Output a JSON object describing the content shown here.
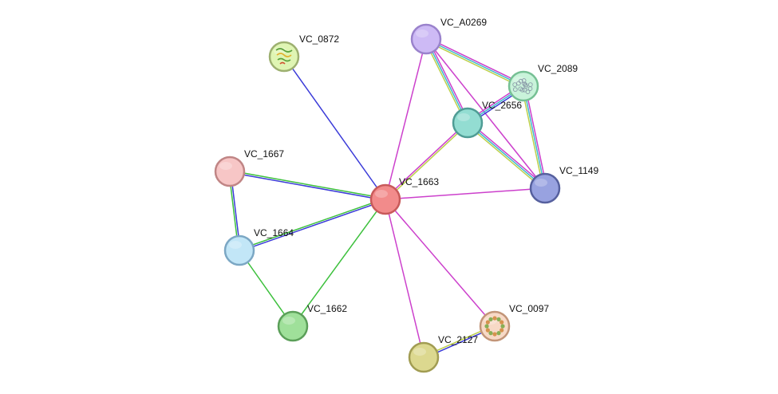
{
  "nodes": [
    {
      "id": "VC_1663",
      "label": "VC_1663",
      "fill": "#f28b8b",
      "stroke": "#c85a5a",
      "texture": ""
    },
    {
      "id": "VC_A0269",
      "label": "VC_A0269",
      "fill": "#cdbaf5",
      "stroke": "#9a82cc",
      "texture": ""
    },
    {
      "id": "VC_0872",
      "label": "VC_0872",
      "fill": "#dff5b3",
      "stroke": "#9db070",
      "texture": "ribbon"
    },
    {
      "id": "VC_2089",
      "label": "VC_2089",
      "fill": "#c9f3da",
      "stroke": "#76c094",
      "texture": "globule"
    },
    {
      "id": "VC_2656",
      "label": "VC_2656",
      "fill": "#93ddd2",
      "stroke": "#4f9c95",
      "texture": ""
    },
    {
      "id": "VC_1667",
      "label": "VC_1667",
      "fill": "#f7c6c6",
      "stroke": "#c08585",
      "texture": ""
    },
    {
      "id": "VC_1149",
      "label": "VC_1149",
      "fill": "#98a2e0",
      "stroke": "#56609e",
      "texture": ""
    },
    {
      "id": "VC_1664",
      "label": "VC_1664",
      "fill": "#c2e6f7",
      "stroke": "#7ba7c4",
      "texture": ""
    },
    {
      "id": "VC_1662",
      "label": "VC_1662",
      "fill": "#9fe09a",
      "stroke": "#5b9f59",
      "texture": ""
    },
    {
      "id": "VC_0097",
      "label": "VC_0097",
      "fill": "#f7d9c6",
      "stroke": "#c29578",
      "texture": "ring"
    },
    {
      "id": "VC_2127",
      "label": "VC_2127",
      "fill": "#dcd88f",
      "stroke": "#a19c52",
      "texture": ""
    }
  ],
  "edges": [
    {
      "source": "VC_1663",
      "target": "VC_0872",
      "colors": [
        "#3a3ad8"
      ]
    },
    {
      "source": "VC_1663",
      "target": "VC_A0269",
      "colors": [
        "#cc40cc"
      ]
    },
    {
      "source": "VC_1663",
      "target": "VC_2656",
      "colors": [
        "#cc40cc",
        "#bcd04a"
      ]
    },
    {
      "source": "VC_1663",
      "target": "VC_1149",
      "colors": [
        "#cc40cc"
      ]
    },
    {
      "source": "VC_1663",
      "target": "VC_1667",
      "colors": [
        "#3a3ad8",
        "#3cc03c"
      ]
    },
    {
      "source": "VC_1663",
      "target": "VC_1664",
      "colors": [
        "#3a3ad8",
        "#3cc03c"
      ]
    },
    {
      "source": "VC_1663",
      "target": "VC_1662",
      "colors": [
        "#3cc03c"
      ]
    },
    {
      "source": "VC_1663",
      "target": "VC_0097",
      "colors": [
        "#cc40cc"
      ]
    },
    {
      "source": "VC_1663",
      "target": "VC_2127",
      "colors": [
        "#cc40cc"
      ]
    },
    {
      "source": "VC_1667",
      "target": "VC_1664",
      "colors": [
        "#3a3ad8",
        "#3cc03c"
      ]
    },
    {
      "source": "VC_1664",
      "target": "VC_1662",
      "colors": [
        "#3cc03c"
      ]
    },
    {
      "source": "VC_A0269",
      "target": "VC_2089",
      "colors": [
        "#cc40cc",
        "#40b8cc",
        "#bcd04a"
      ]
    },
    {
      "source": "VC_A0269",
      "target": "VC_2656",
      "colors": [
        "#cc40cc",
        "#40b8cc",
        "#bcd04a"
      ]
    },
    {
      "source": "VC_A0269",
      "target": "VC_1149",
      "colors": [
        "#cc40cc"
      ]
    },
    {
      "source": "VC_2089",
      "target": "VC_2656",
      "colors": [
        "#3a3ad8",
        "#40b8cc",
        "#cc40cc"
      ]
    },
    {
      "source": "VC_2089",
      "target": "VC_1149",
      "colors": [
        "#cc40cc",
        "#40b8cc",
        "#bcd04a"
      ]
    },
    {
      "source": "VC_2656",
      "target": "VC_1149",
      "colors": [
        "#cc40cc",
        "#40b8cc",
        "#bcd04a"
      ]
    },
    {
      "source": "VC_0097",
      "target": "VC_2127",
      "colors": [
        "#3a3ad8",
        "#bcd04a"
      ]
    }
  ]
}
